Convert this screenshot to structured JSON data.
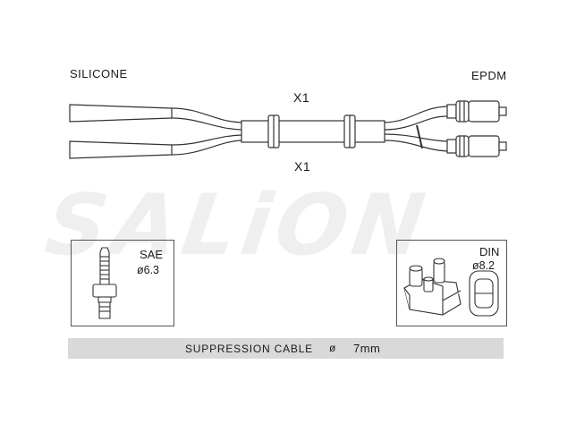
{
  "labels": {
    "left_material": "SILICONE",
    "right_material": "EPDM",
    "count_top": "X1",
    "count_bottom": "X1"
  },
  "watermark": {
    "text": "SALiON"
  },
  "connectors": {
    "sae": {
      "title": "SAE",
      "diameter": "ø6.3"
    },
    "din": {
      "title": "DIN",
      "diameter": "ø8.2"
    }
  },
  "cable": {
    "description": "SUPPRESSION CABLE",
    "diameter_symbol": "ø",
    "size": "7mm"
  },
  "colors": {
    "line": "#333333",
    "bar": "#d9d9d9",
    "watermark": "#efefef"
  }
}
